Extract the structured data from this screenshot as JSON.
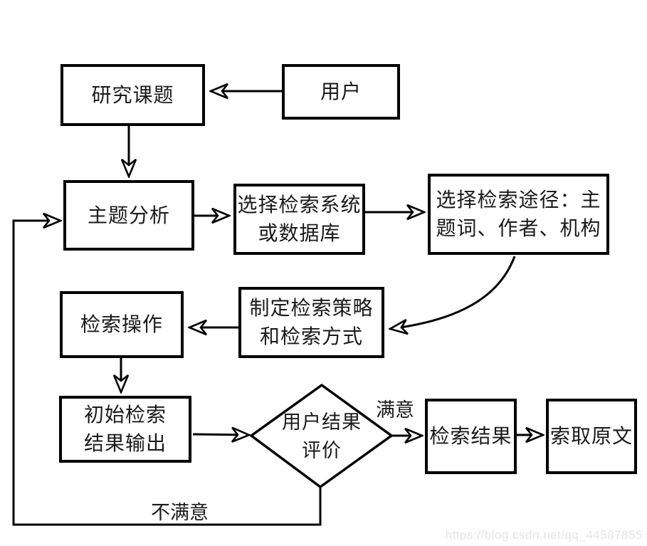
{
  "diagram": {
    "nodes": {
      "user": {
        "label": "用户"
      },
      "research_topic": {
        "label": "研究课题"
      },
      "topic_analysis": {
        "label": "主题分析"
      },
      "choose_system": {
        "line1": "选择检索系统",
        "line2": "或数据库"
      },
      "choose_path": {
        "line1": "选择检索途径：主",
        "line2": "题词、作者、机构"
      },
      "search_operation": {
        "label": "检索操作"
      },
      "make_strategy": {
        "line1": "制定检索策略",
        "line2": "和检索方式"
      },
      "initial_output": {
        "line1": "初始检索",
        "line2": "结果输出"
      },
      "user_evaluation": {
        "line1": "用户结果",
        "line2": "评价"
      },
      "search_result": {
        "label": "检索结果"
      },
      "obtain_original": {
        "label": "索取原文"
      }
    },
    "edge_labels": {
      "satisfied": "满意",
      "unsatisfied": "不满意"
    },
    "watermark": "https://blog.csdn.net/qq_44587855",
    "colors": {
      "line": "#000000",
      "background": "#ffffff",
      "watermark": "#e4e4e6"
    }
  }
}
